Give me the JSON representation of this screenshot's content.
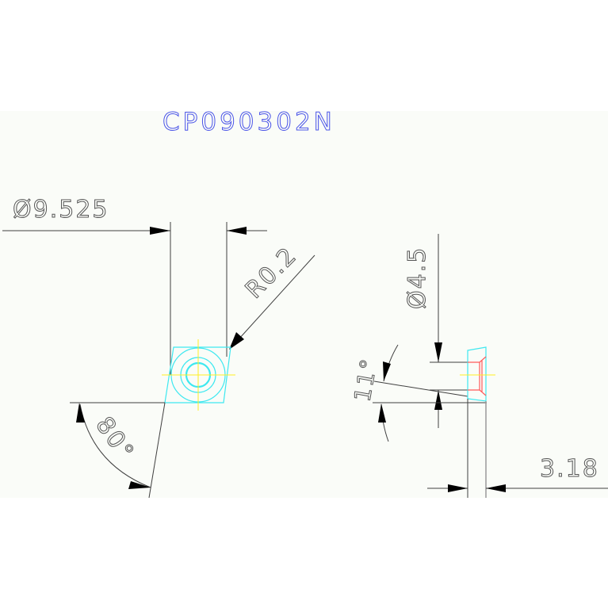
{
  "drawing": {
    "title": "CP090302N",
    "colors": {
      "background": "#fafcf8",
      "title": "#4a54e8",
      "insert_outline": "#3ee8f0",
      "center_lines": "#ffee22",
      "hole_section": "#ff5a5a",
      "dimension": "#404040"
    }
  },
  "top_view": {
    "inscribed_circle_label": "Ø9.525",
    "corner_radius_label": "R0.2",
    "included_angle_label": "80°"
  },
  "side_view": {
    "hole_diameter_label": "Ø4.5",
    "clearance_angle_label": "11°",
    "thickness_label": "3.18"
  }
}
